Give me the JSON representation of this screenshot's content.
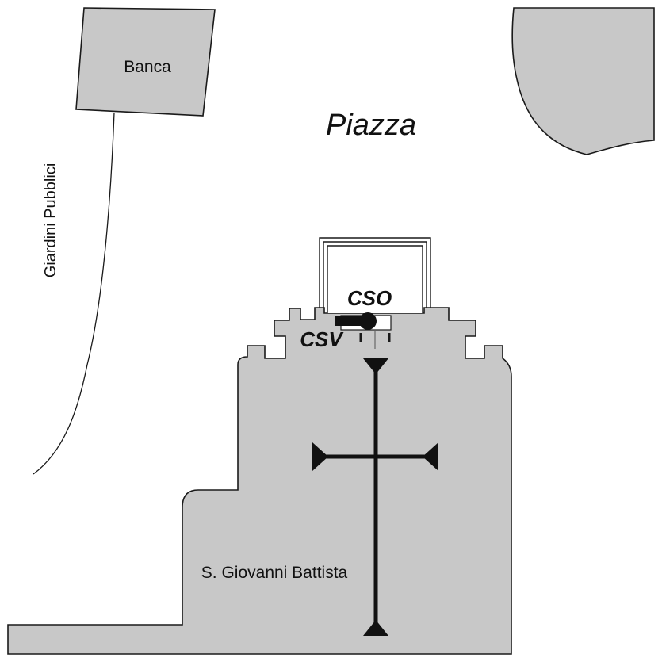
{
  "map": {
    "labels": {
      "banca": "Banca",
      "piazza": "Piazza",
      "giardini": "Giardini Pubblici",
      "church": "S. Giovanni Battista",
      "cso": "CSO",
      "csv": "CSV"
    },
    "colors": {
      "building_fill": "#c8c8c8",
      "outline": "#1a1a1a",
      "background": "#ffffff"
    },
    "icons": {
      "cross": "cross-icon",
      "marker": "filled-circle-marker"
    }
  }
}
